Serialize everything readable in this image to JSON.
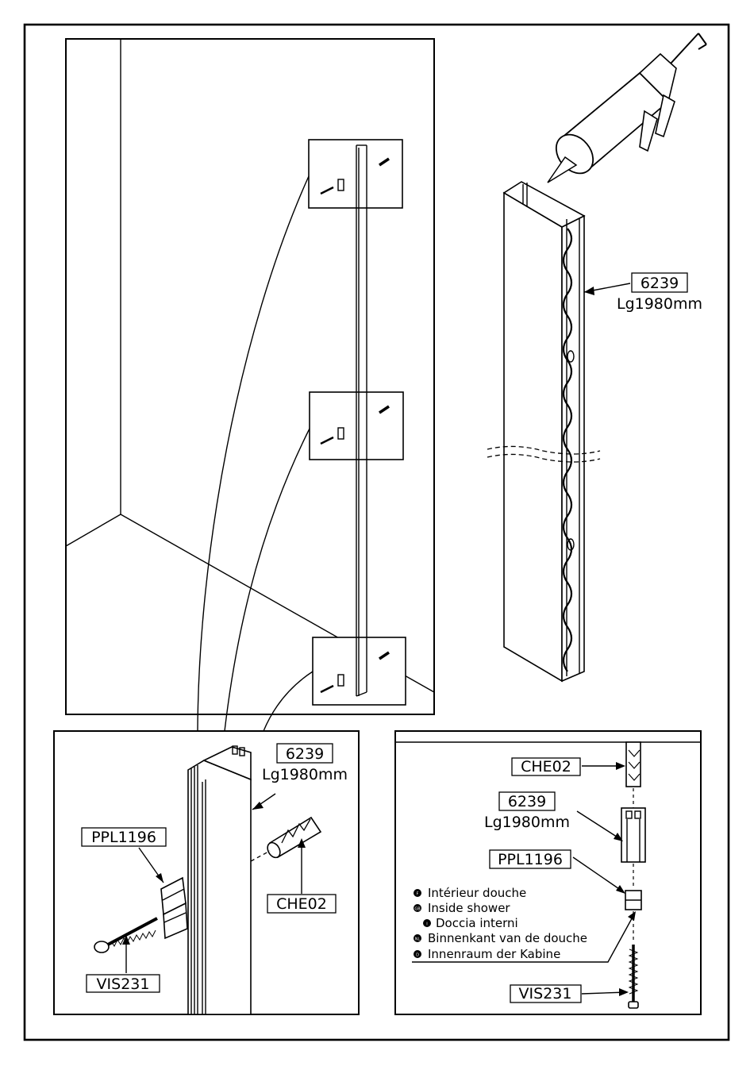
{
  "labels": {
    "profile_code": "6239",
    "profile_length": "Lg1980mm",
    "bracket_code": "PPL1196",
    "plug_code": "CHE02",
    "screw_code": "VIS231"
  },
  "legend": {
    "items": [
      {
        "badge": "F",
        "text": "Intérieur douche"
      },
      {
        "badge": "GB",
        "text": "Inside shower"
      },
      {
        "badge": "I",
        "text": "Doccia interni"
      },
      {
        "badge": "NL",
        "text": "Binnenkant van de douche"
      },
      {
        "badge": "D",
        "text": "Innenraum der Kabine"
      }
    ]
  },
  "colors": {
    "line": "#000000",
    "background": "#ffffff"
  }
}
